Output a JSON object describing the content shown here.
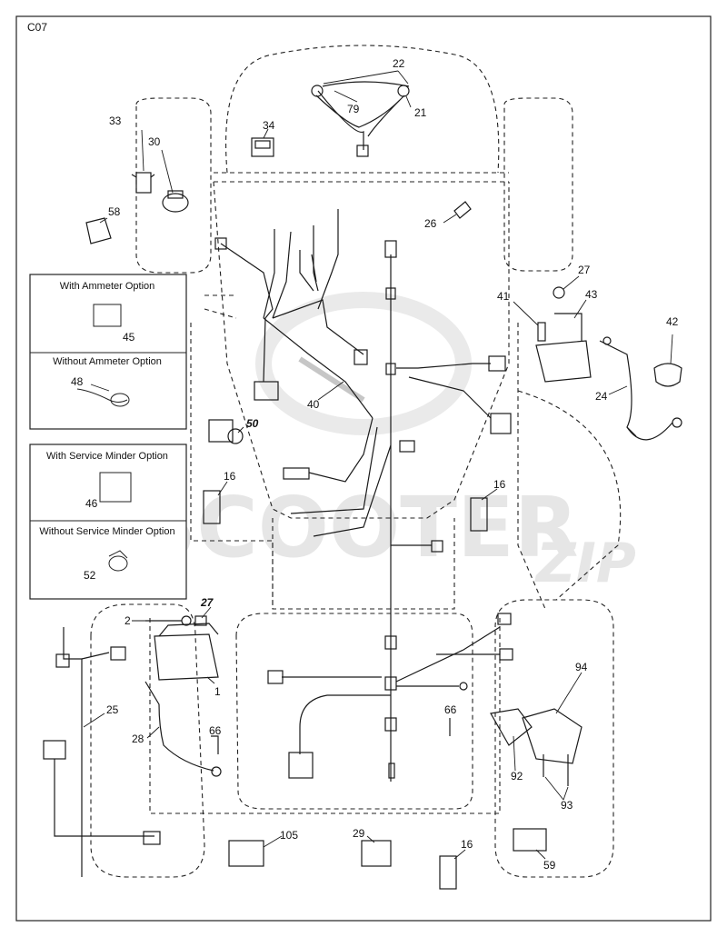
{
  "page_code": "C07",
  "watermark": {
    "brand": "SCOOTER",
    "suffix": "ZIP"
  },
  "option_boxes": {
    "with_ammeter": "With Ammeter Option",
    "without_ammeter": "Without Ammeter Option",
    "with_service_minder": "With Service Minder Option",
    "without_service_minder": "Without Service Minder Option"
  },
  "part_numbers": {
    "p22": "22",
    "p79": "79",
    "p21": "21",
    "p34": "34",
    "p33": "33",
    "p30": "30",
    "p58": "58",
    "p26": "26",
    "p27a": "27",
    "p41": "41",
    "p43": "43",
    "p42": "42",
    "p24": "24",
    "p45": "45",
    "p48": "48",
    "p40": "40",
    "p50": "50",
    "p16a": "16",
    "p16b": "16",
    "p46": "46",
    "p52": "52",
    "p2": "2",
    "p27b": "27",
    "p1": "1",
    "p25": "25",
    "p28": "28",
    "p66a": "66",
    "p66b": "66",
    "p94": "94",
    "p92": "92",
    "p93": "93",
    "p105": "105",
    "p29": "29",
    "p16c": "16",
    "p59": "59"
  },
  "colors": {
    "line": "#1a1a1a",
    "dashed": "#222222",
    "watermark": "#e6e6e6"
  }
}
